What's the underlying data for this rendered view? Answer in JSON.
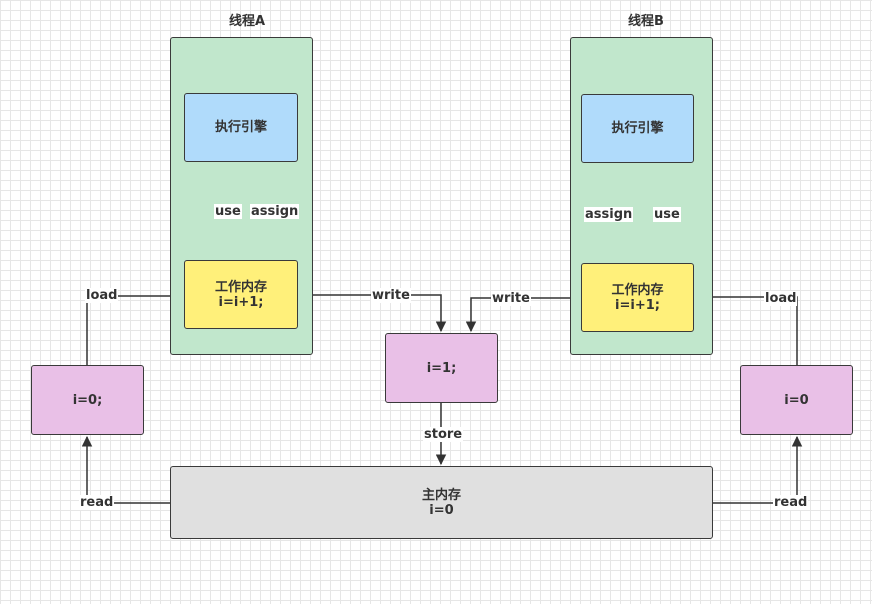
{
  "thread_a": {
    "title": "线程A",
    "engine": "执行引擎",
    "work_memory": "工作内存\ni=i+1;",
    "use_label": "use",
    "assign_label": "assign"
  },
  "thread_b": {
    "title": "线程B",
    "engine": "执行引擎",
    "work_memory": "工作内存\ni=i+1;",
    "assign_label": "assign",
    "use_label": "use"
  },
  "left_copy": {
    "value": "i=0;",
    "read_label": "read",
    "load_label": "load"
  },
  "right_copy": {
    "value": "i=0",
    "read_label": "read",
    "load_label": "load"
  },
  "shared": {
    "value": "i=1;",
    "write_a_label": "write",
    "write_b_label": "write",
    "store_label": "store"
  },
  "main_memory": {
    "text": "主内存\ni=0"
  },
  "colors": {
    "thread_bg": "#c1e7cc",
    "engine_bg": "#b0dbfb",
    "work_memory_bg": "#fff07a",
    "variable_bg": "#e9c0e7",
    "main_memory_bg": "#e0e0e0",
    "line": "#333333"
  }
}
